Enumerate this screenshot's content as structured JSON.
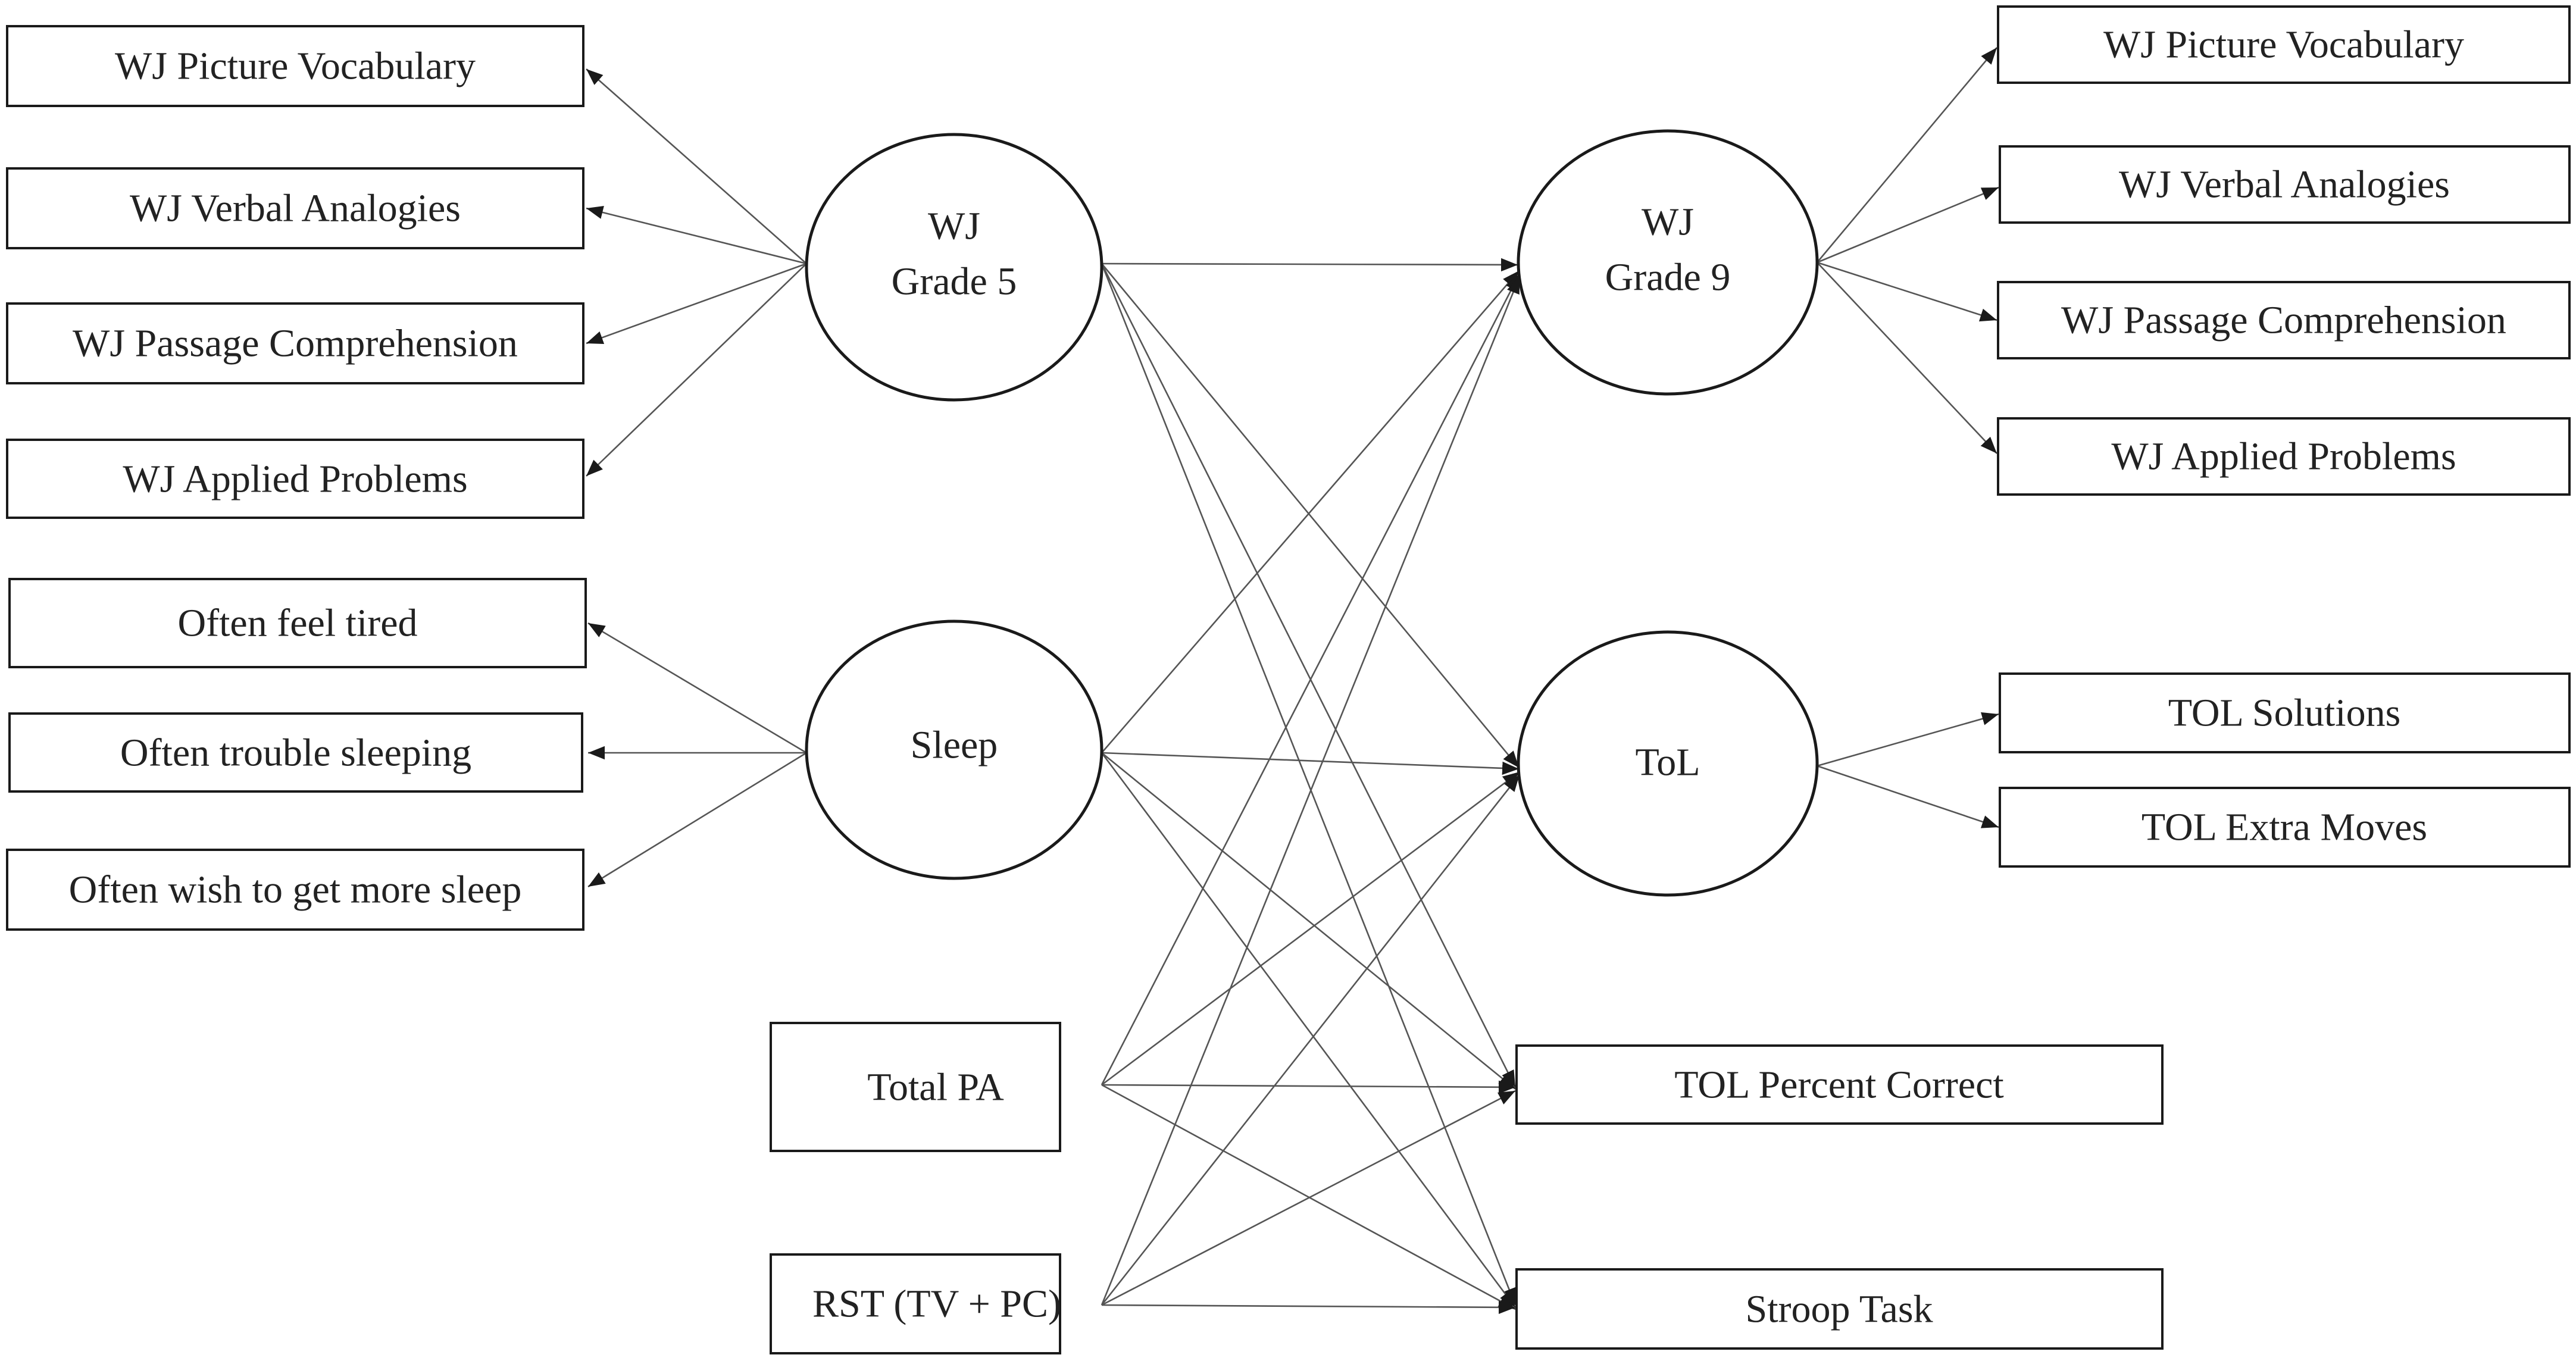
{
  "diagram": {
    "left_indicators": {
      "wj_grade5": [
        "WJ Picture Vocabulary",
        "WJ Verbal Analogies",
        "WJ Passage Comprehension",
        "WJ Applied Problems"
      ],
      "sleep": [
        "Often feel tired",
        "Often trouble sleeping",
        "Often wish to get more sleep"
      ]
    },
    "right_indicators": {
      "wj_grade9": [
        "WJ Picture Vocabulary",
        "WJ Verbal Analogies",
        "WJ Passage Comprehension",
        "WJ Applied Problems"
      ],
      "tol": [
        "TOL Solutions",
        "TOL Extra Moves"
      ]
    },
    "latent": {
      "wj_grade5": [
        "WJ",
        "Grade 5"
      ],
      "sleep": "Sleep",
      "wj_grade9": [
        "WJ",
        "Grade 9"
      ],
      "tol": "ToL"
    },
    "predictors": [
      "Total PA",
      "RST (TV + PC)"
    ],
    "outcomes": [
      "TOL Percent Correct",
      "Stroop Task"
    ],
    "colors": {
      "line": "#555555",
      "border": "#1a1a1a",
      "text": "#222222"
    }
  }
}
